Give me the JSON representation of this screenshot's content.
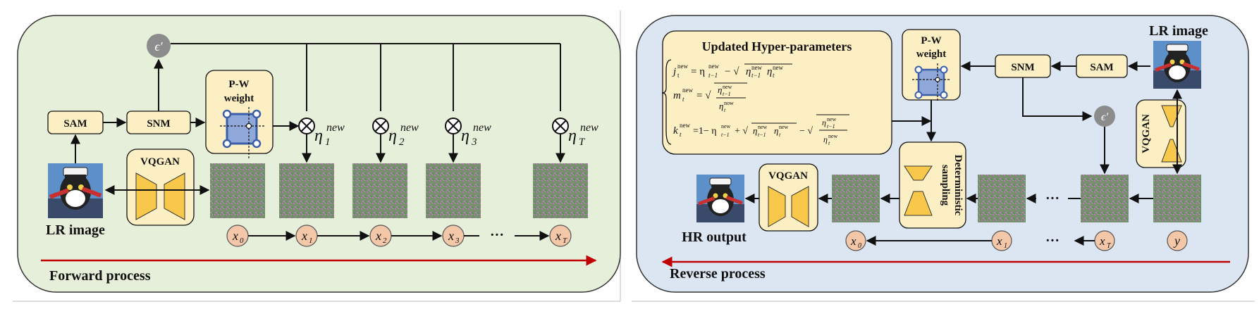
{
  "forward": {
    "title": "Forward process",
    "lr_image_label": "LR image",
    "sam": "SAM",
    "snm": "SNM",
    "pw_weight_line1": "P-W",
    "pw_weight_line2": "weight",
    "vqgan": "VQGAN",
    "epsilon": "ϵ′",
    "eta_symbol": "η",
    "eta_superscript": "new",
    "eta_subscripts": [
      "1",
      "2",
      "3",
      "T"
    ],
    "x_symbol": "x",
    "x_subscripts": [
      "0",
      "1",
      "2",
      "3",
      "T"
    ],
    "ellipsis": "···"
  },
  "reverse": {
    "title": "Reverse process",
    "lr_image_label": "LR image",
    "hr_output_label": "HR output",
    "sam": "SAM",
    "snm": "SNM",
    "pw_weight_line1": "P-W",
    "pw_weight_line2": "weight",
    "vqgan_left": "VQGAN",
    "vqgan_right": "VQGAN",
    "deterministic_line1": "Deterministic",
    "deterministic_line2": "sampling",
    "epsilon": "ϵ′",
    "x_symbol": "x",
    "x_subscripts": [
      "0",
      "1",
      "T"
    ],
    "y_label": "y",
    "ellipsis": "···",
    "hyper_title": "Updated Hyper-parameters",
    "eq_j": "j",
    "eq_m": "m",
    "eq_k": "k"
  },
  "colors": {
    "forward_bg": "#e6efd9",
    "reverse_bg": "#dce6f2",
    "box_fill": "#fcefc4",
    "arrow_red": "#c00000",
    "circle_fill": "#f4c7a8",
    "epsilon_fill": "#8c8c8c",
    "vqgan_yellow": "#f7c84a"
  }
}
